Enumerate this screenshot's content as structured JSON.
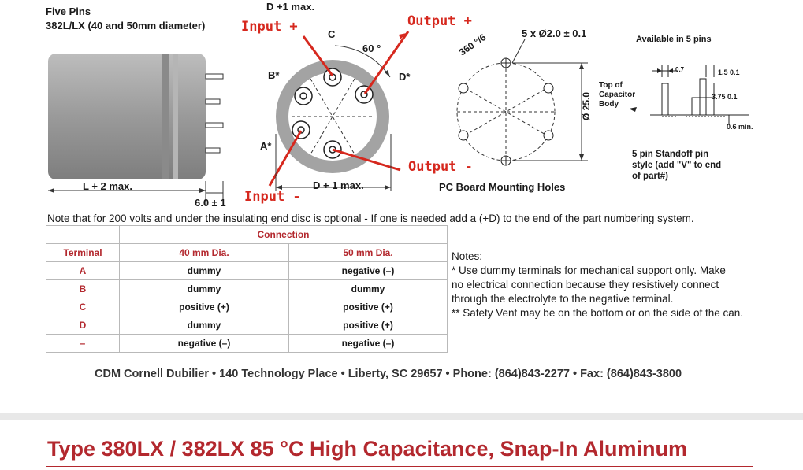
{
  "header": {
    "five_pins": "Five Pins",
    "model_line": "382L/LX (40 and 50mm diameter)",
    "top_dim": "D +1 max."
  },
  "side_view": {
    "length_label": "L + 2 max.",
    "pin_label": "6.0 ± 1"
  },
  "end_view": {
    "input_plus": "Input +",
    "output_plus": "Output +",
    "output_minus": "Output -",
    "input_minus": "Input -",
    "pin_c": "C",
    "pin_b": "B*",
    "pin_d": "D*",
    "pin_a": "A*",
    "angle": "60 °",
    "dia_label": "D + 1 max."
  },
  "mounting": {
    "holes_label": "5 x Ø2.0 ± 0.1",
    "angle_label": "360 °/6",
    "circle_dia": "Ø 25.0",
    "caption": "PC Board Mounting Holes"
  },
  "standoff": {
    "available": "Available in 5 pins",
    "dim_07": "0.7",
    "dim_15": "1.5  0.1",
    "dim_375": "3.75  0.1",
    "dim_06": "0.6 min.",
    "top_of": "Top of",
    "capacitor": "Capacitor",
    "body": "Body",
    "caption_1": "5 pin Standoff pin",
    "caption_2": "style (add \"V\" to end",
    "caption_3": "of part#)"
  },
  "insulating_note": "Note that for 200 volts and under the insulating end disc is optional - If one is needed add a (+D) to the end of the part numbering system.",
  "table": {
    "connection": "Connection",
    "col_terminal": "Terminal",
    "col_40": "40 mm Dia.",
    "col_50": "50 mm Dia.",
    "rows": [
      {
        "t": "A",
        "a": "dummy",
        "b": "negative (–)"
      },
      {
        "t": "B",
        "a": "dummy",
        "b": "dummy"
      },
      {
        "t": "C",
        "a": "positive (+)",
        "b": "positive (+)"
      },
      {
        "t": "D",
        "a": "dummy",
        "b": "positive (+)"
      },
      {
        "t": "–",
        "a": "negative (–)",
        "b": "negative (–)"
      }
    ]
  },
  "notes": {
    "title": "Notes:",
    "line1": "* Use dummy terminals for mechanical support only. Make",
    "line2": "no electrical connection because they resistively connect",
    "line3": "through the electrolyte to the negative terminal.",
    "line4": "** Safety Vent may be on the bottom or on the side of the can."
  },
  "footer": "CDM Cornell Dubilier • 140 Technology Place • Liberty, SC 29657 • Phone: (864)843-2277 • Fax: (864)843-3800",
  "page_title": "Type 380LX / 382LX 85 °C High Capacitance, Snap-In Aluminum",
  "colors": {
    "accent_red": "#d6281e",
    "title_red": "#b3282e",
    "can_gray": "#9a9a9a"
  }
}
